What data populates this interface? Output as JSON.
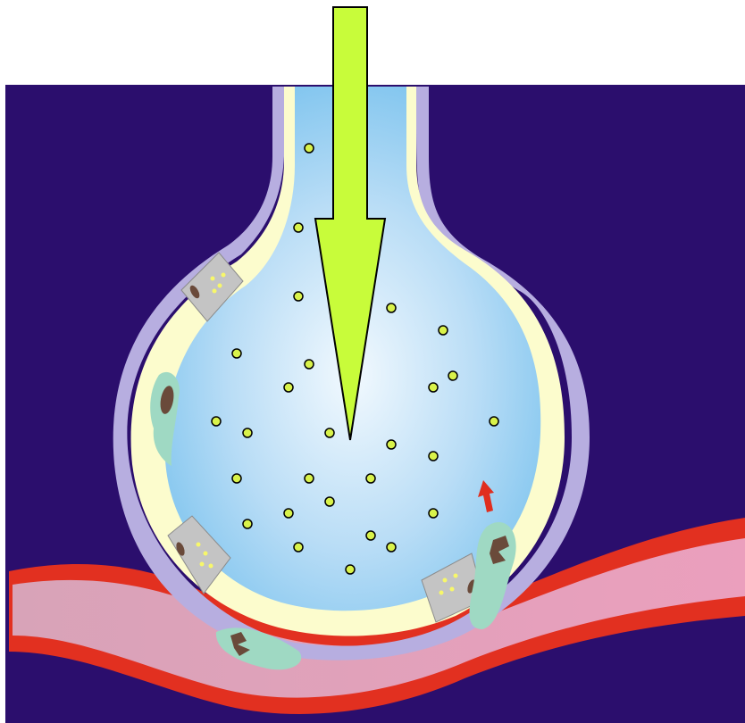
{
  "colors": {
    "background": "#2b0e6d",
    "canvas_top": "#ffffff",
    "alveolus_fill_inner": "#eef7fe",
    "alveolus_fill_outer": "#7cc3ee",
    "lining_fluid": "#fcfccd",
    "epithelium": "#b7aee0",
    "capillary_wall": "#e23020",
    "capillary_lumen": "#e49bb6",
    "airflow_arrow": "#c8fc3a",
    "particle": "#d9f24a",
    "type2_cell": "#c4c4c4",
    "lamellar_body": "#f7f76a",
    "macrophage": "#9fd9c3",
    "nucleus": "#6a4a3a",
    "small_arrow": "#e02e1e"
  },
  "labels": {
    "airflow": "airflow-arrow",
    "alveolus": "alveolus",
    "capillary": "capillary"
  },
  "particle_count": 31
}
